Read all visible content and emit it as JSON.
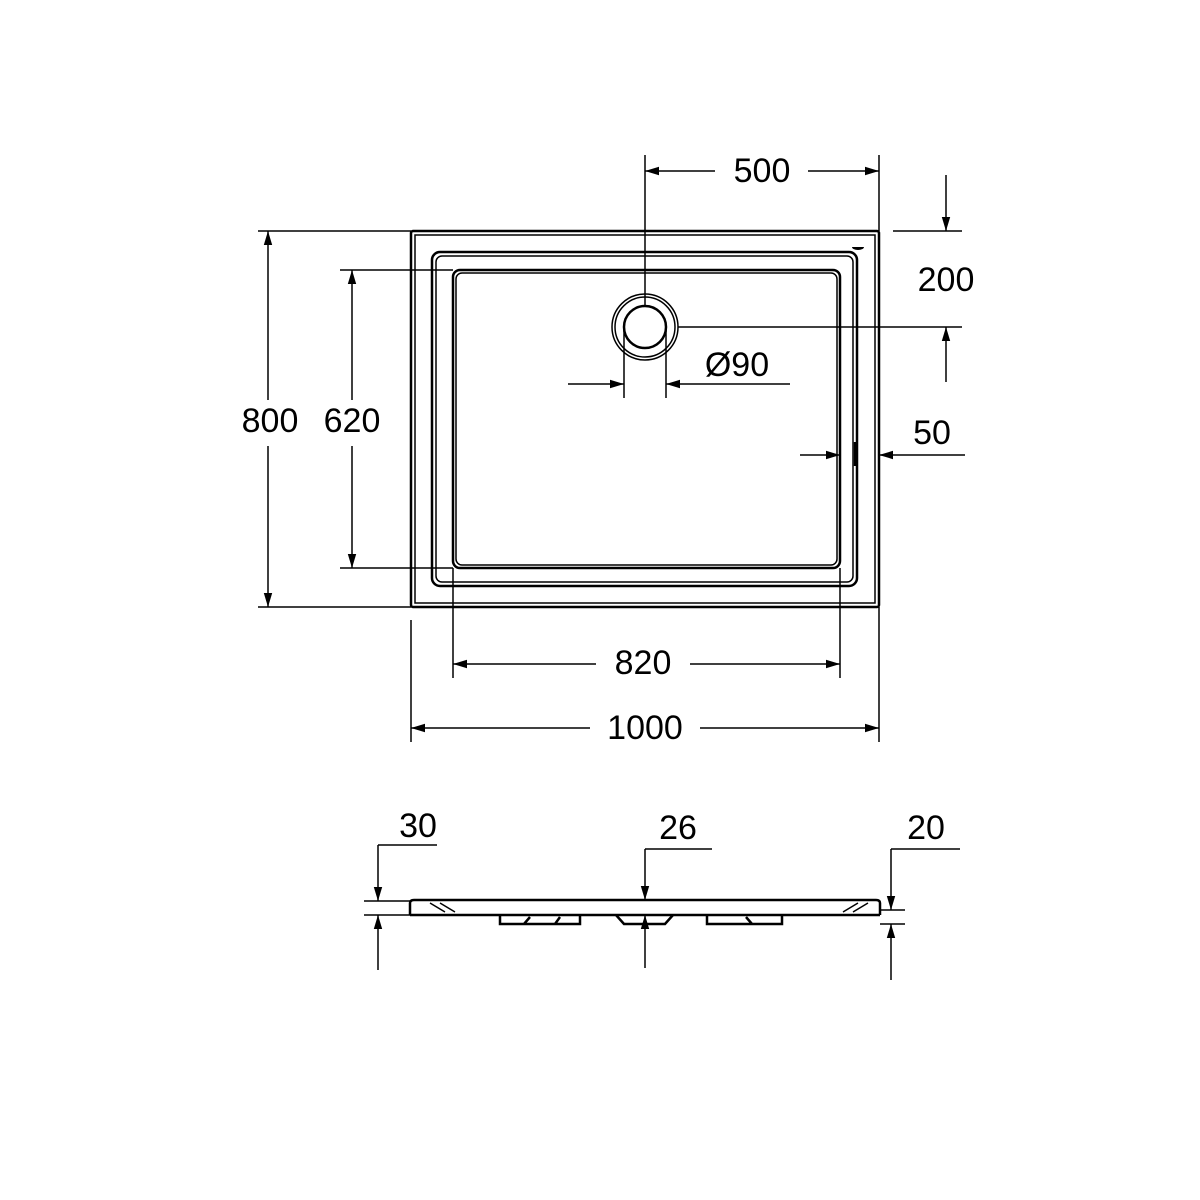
{
  "drawing": {
    "plan_view": {
      "width_total": "1000",
      "width_inner": "820",
      "length_total": "800",
      "length_inner": "620",
      "drain_offset_x": "500",
      "drain_offset_y": "200",
      "drain_diameter": "Ø90",
      "rim_width": "50"
    },
    "side_view": {
      "height_edge": "30",
      "height_center": "26",
      "height_right": "20"
    }
  }
}
